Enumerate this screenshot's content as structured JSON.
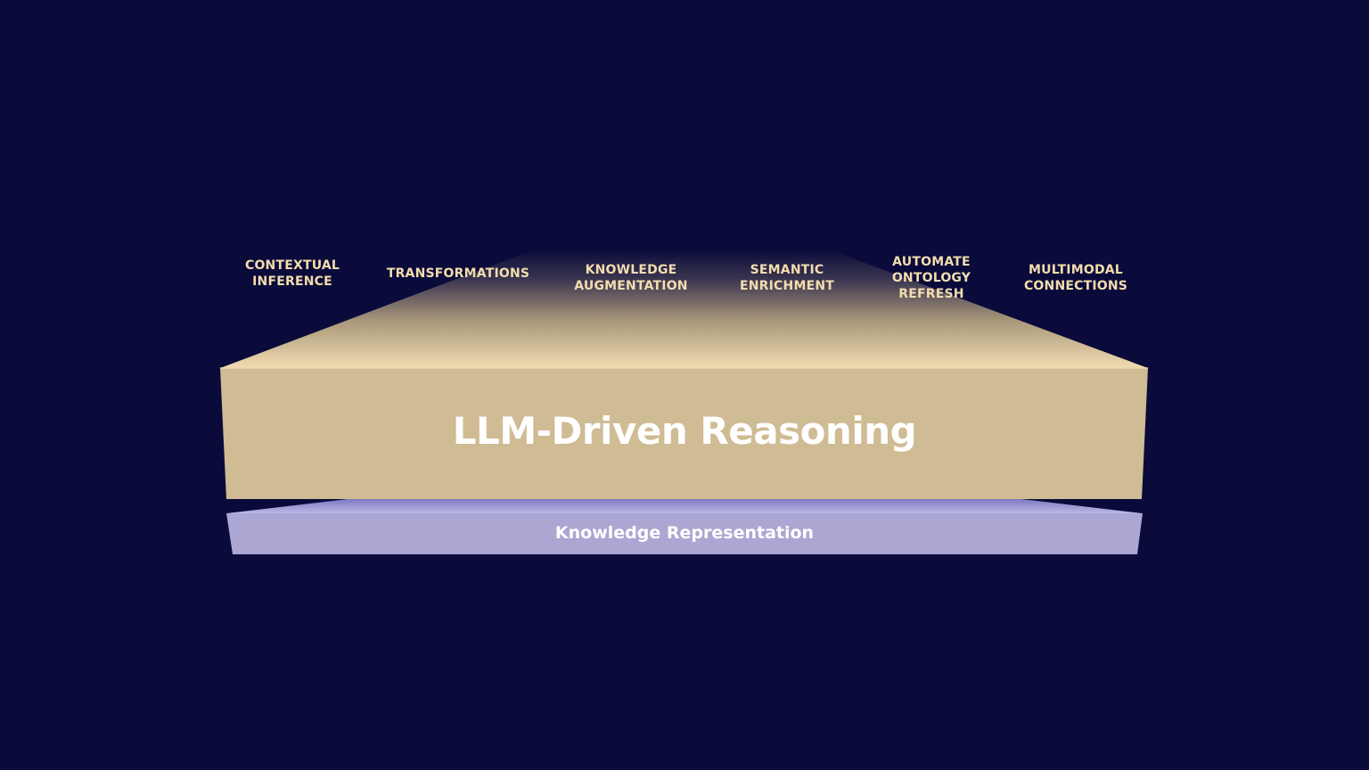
{
  "diagram": {
    "main_block_label": "LLM-Driven Reasoning",
    "base_block_label": "Knowledge Representation",
    "capabilities": [
      {
        "label": "CONTEXTUAL\nINFERENCE"
      },
      {
        "label": "TRANSFORMATIONS"
      },
      {
        "label": "KNOWLEDGE\nAUGMENTATION"
      },
      {
        "label": "SEMANTIC\nENRICHMENT"
      },
      {
        "label": "AUTOMATE\nONTOLOGY\nREFRESH"
      },
      {
        "label": "MULTIMODAL\nCONNECTIONS"
      }
    ]
  },
  "colors": {
    "background": "#0a0b3a",
    "main_block": "#cfbb94",
    "base_block": "#aba6d2",
    "caption_text": "#f3dcae"
  }
}
